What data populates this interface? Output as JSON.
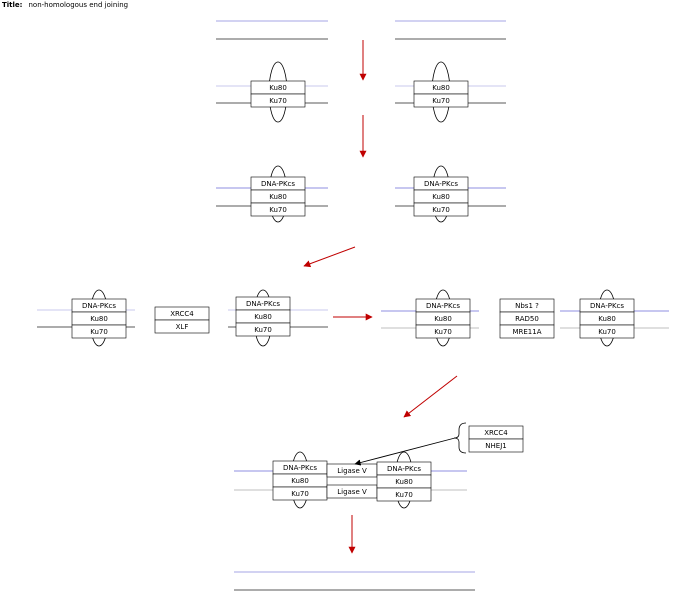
{
  "title": {
    "label": "Title:",
    "value": "non-homologous end joining"
  },
  "labels": {
    "dna_pkcs": "DNA-PKcs",
    "ku80": "Ku80",
    "ku70": "Ku70",
    "xrcc4": "XRCC4",
    "xlf": "XLF",
    "nbs1": "Nbs1 ?",
    "rad50": "RAD50",
    "mre11a": "MRE11A",
    "ligase_v": "Ligase V",
    "nhej1": "NHEJ1"
  },
  "colors": {
    "strand_top": "#6a6ad6",
    "strand_top_faint": "#b8b8e6",
    "strand_bottom": "#222222",
    "strand_bottom_faint": "#aaaaaa",
    "arrow": "#c00000",
    "box_border": "#000000"
  }
}
